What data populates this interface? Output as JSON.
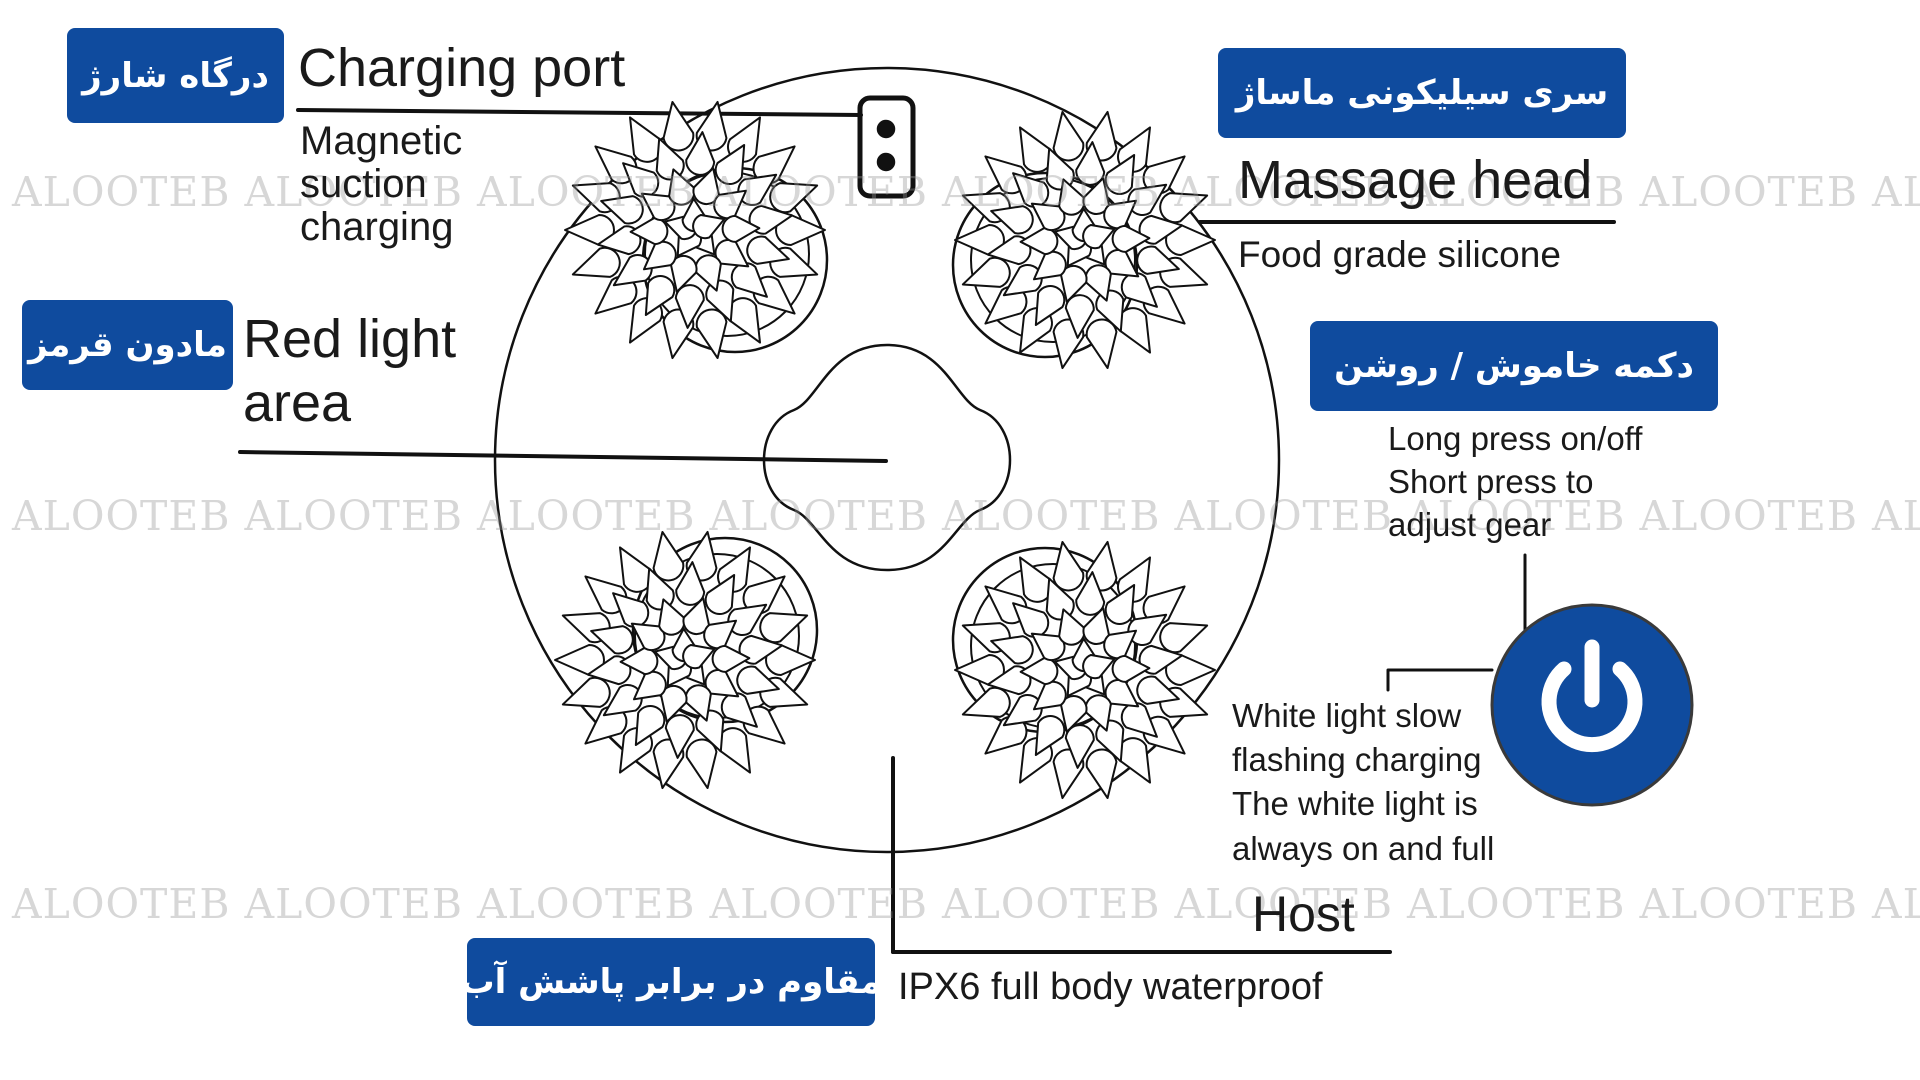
{
  "watermark": "ALOOTEB ALOOTEB ALOOTEB ALOOTEB  ALOOTEB ALOOTEB ALOOTEB ALOOTEB ALOOTEB A",
  "colors": {
    "badge": "#0f4b9e",
    "line": "#111111",
    "power_button": "#0f4b9e"
  },
  "badges": {
    "charging_port": "درگاه شارژ",
    "red_light": "مادون قرمز",
    "massage_head": "سری سیلیکونی ماساژ",
    "power": "دکمه خاموش / روشن",
    "waterproof": "مقاوم در برابر پاشش آب"
  },
  "labels": {
    "charging_port_title": "Charging port",
    "charging_port_desc": [
      "Magnetic",
      "suction",
      "charging"
    ],
    "red_light": [
      "Red light",
      "area"
    ],
    "massage_head_title": "Massage head",
    "massage_head_desc": "Food grade silicone",
    "power_desc": [
      "Long press on/off",
      "Short press to",
      "adjust gear"
    ],
    "indicator_desc": [
      "White light slow",
      "flashing charging",
      "The white light is",
      "always on and full"
    ],
    "host_title": "Host",
    "host_desc": "IPX6 full body waterproof"
  },
  "icons": {
    "power": "power-icon",
    "port": "charging-port-icon"
  }
}
